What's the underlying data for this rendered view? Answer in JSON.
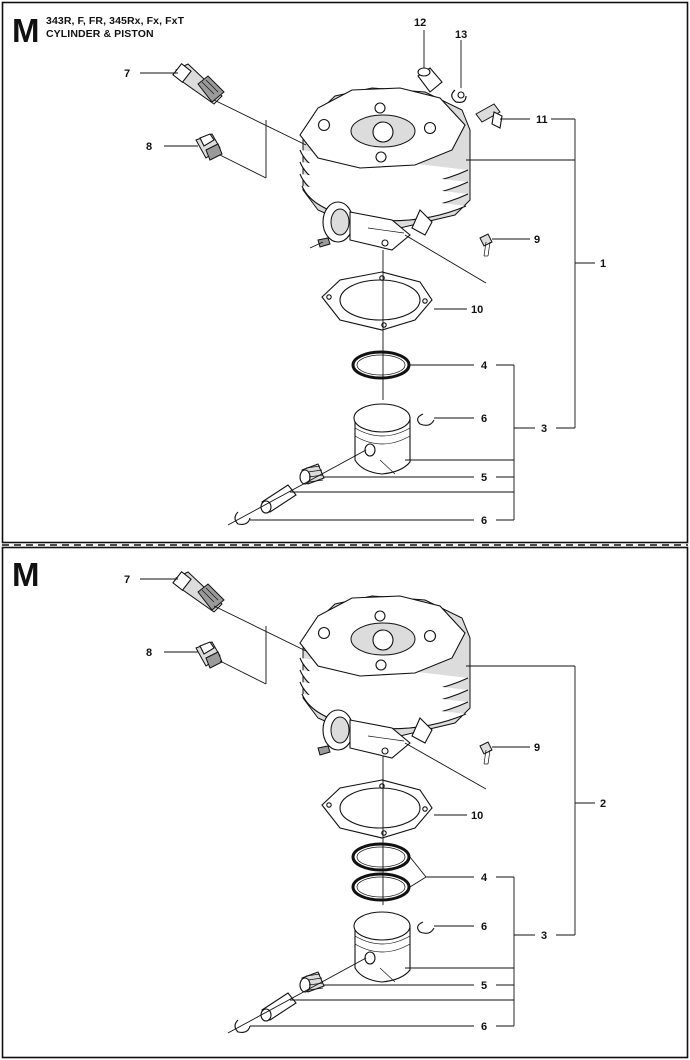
{
  "top_panel": {
    "section_letter": "M",
    "title_line1": "343R, F, FR, 345Rx, Fx, FxT",
    "title_line2": "CYLINDER & PISTON",
    "callouts": {
      "c7": "7",
      "c8": "8",
      "c12": "12",
      "c13": "13",
      "c11": "11",
      "c1": "1",
      "c9": "9",
      "c10": "10",
      "c4": "4",
      "c6a": "6",
      "c3": "3",
      "c5": "5",
      "c6b": "6"
    }
  },
  "bottom_panel": {
    "section_letter": "M",
    "callouts": {
      "c7": "7",
      "c8": "8",
      "c9": "9",
      "c2": "2",
      "c10": "10",
      "c4": "4",
      "c6a": "6",
      "c3": "3",
      "c5": "5",
      "c6b": "6"
    }
  }
}
